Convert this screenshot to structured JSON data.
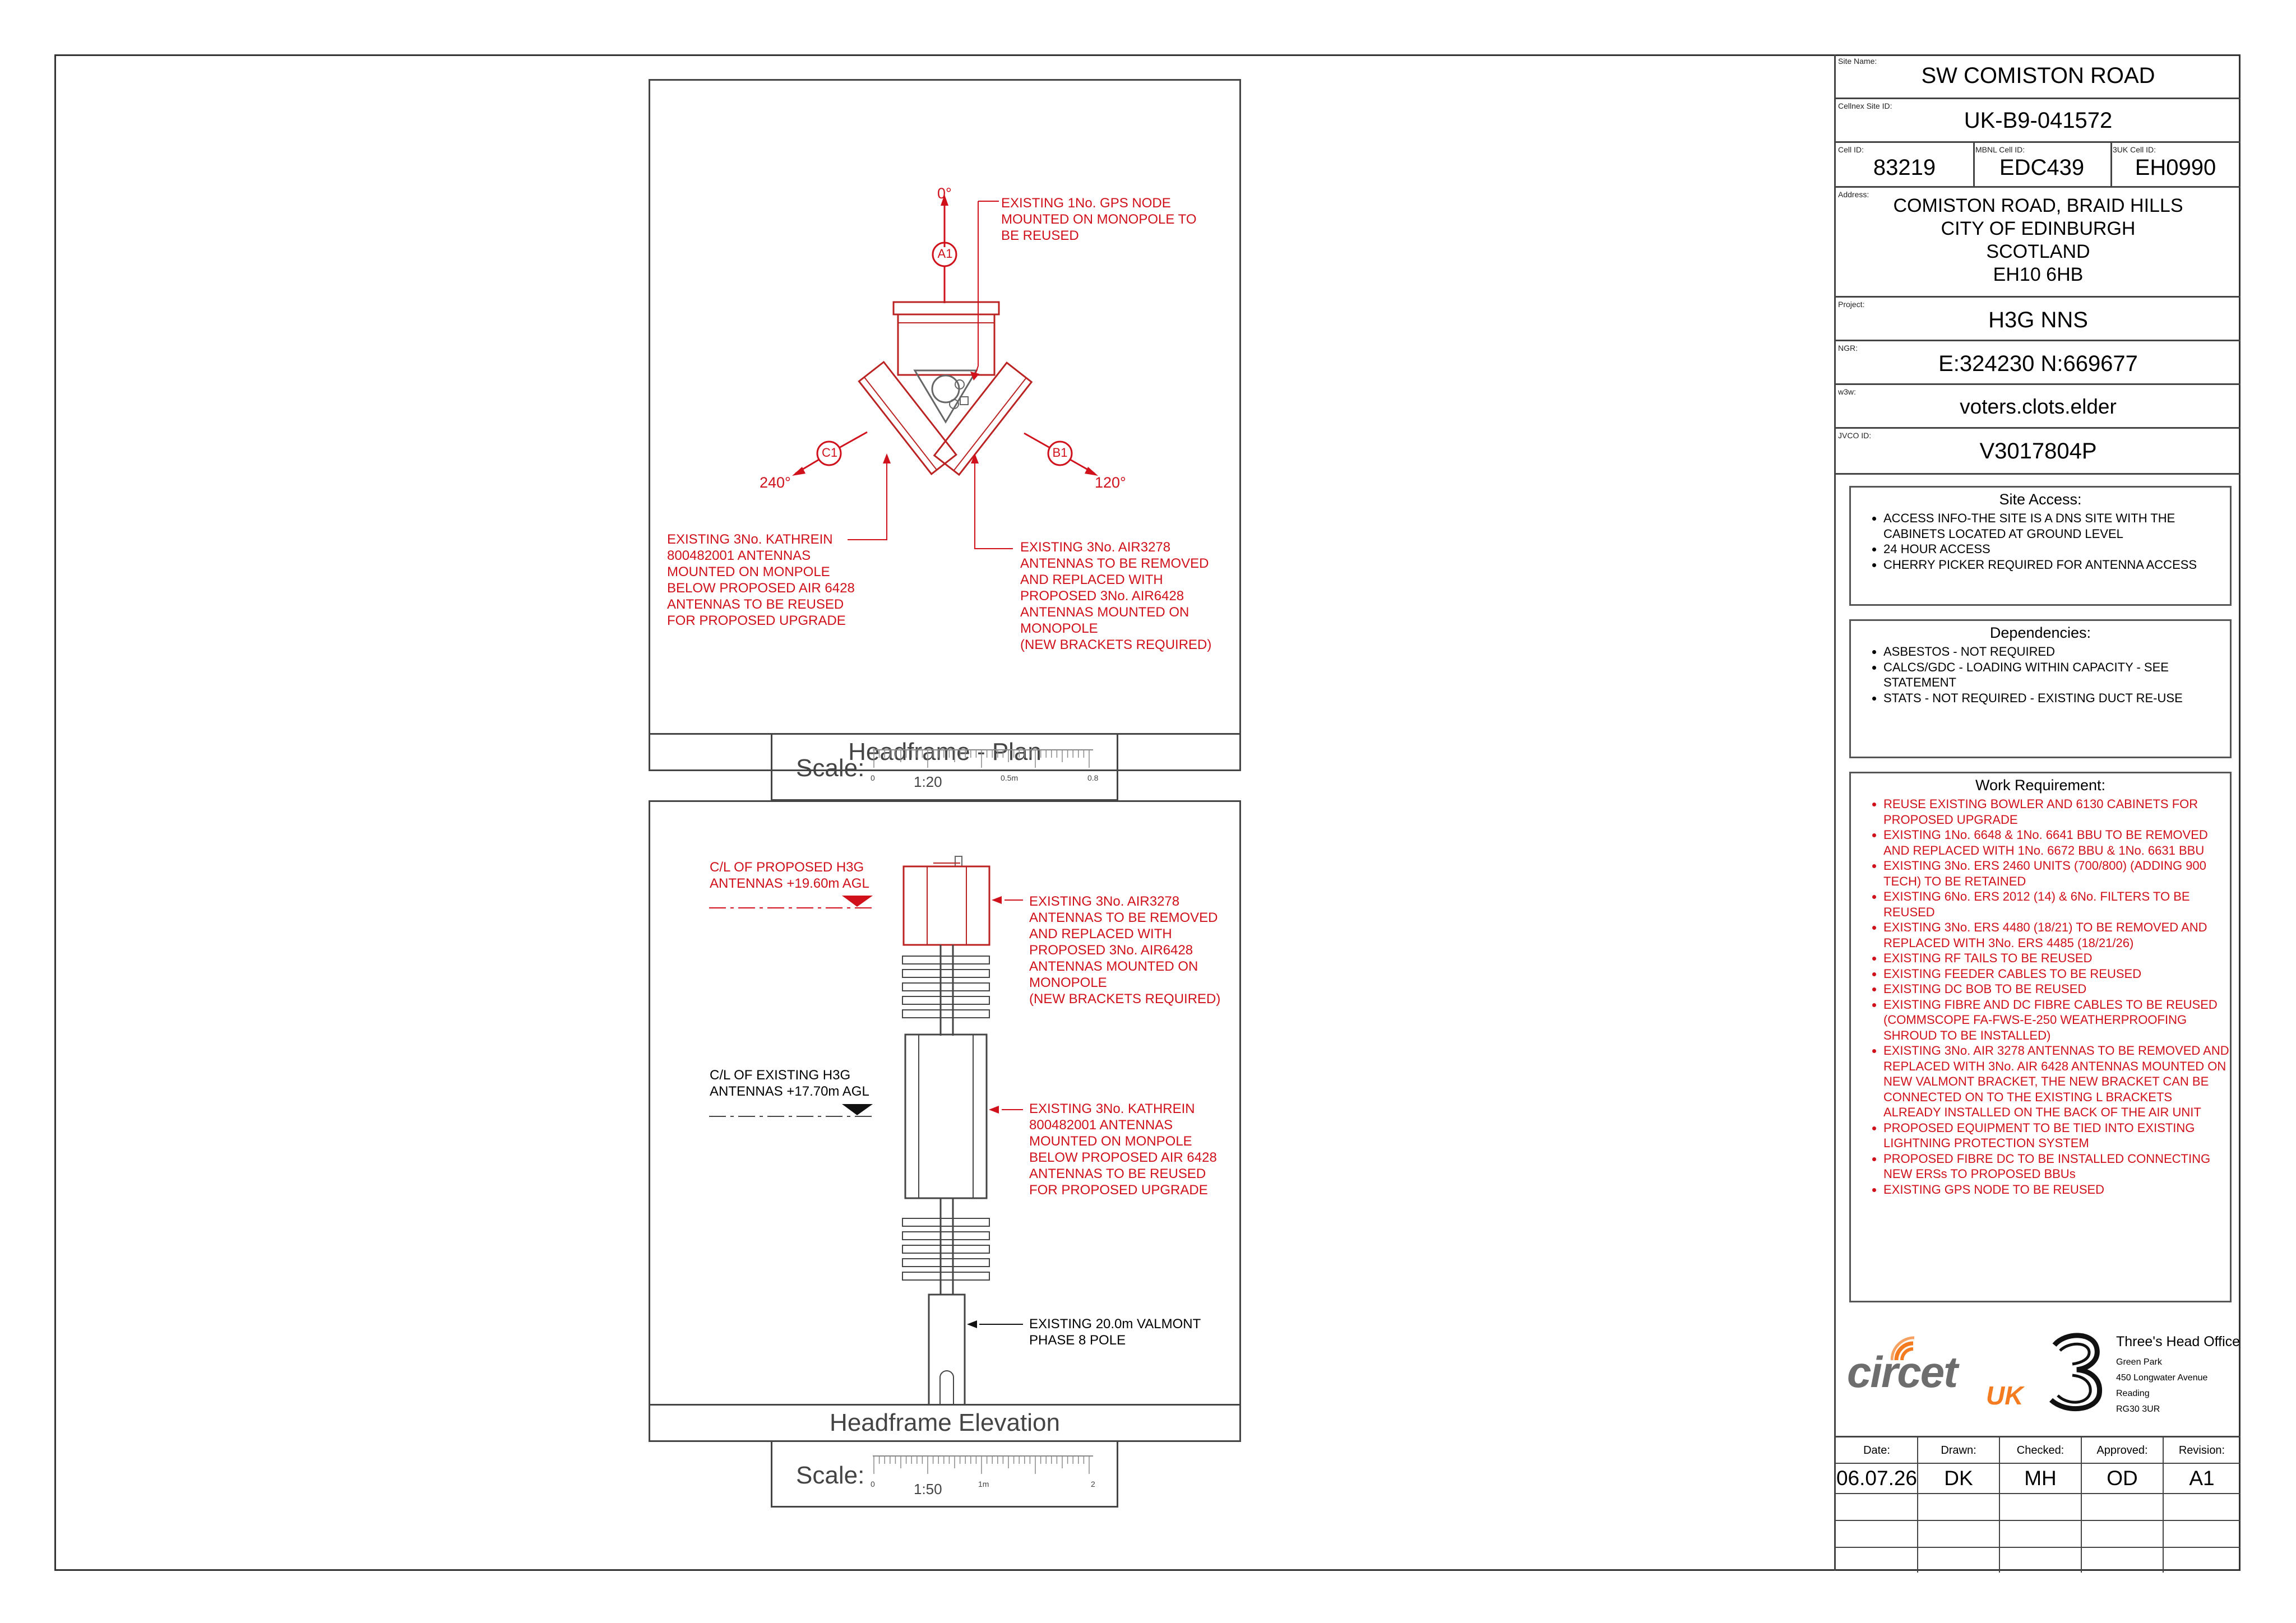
{
  "plan": {
    "title": "Headframe - Plan",
    "scale_label": "Scale:",
    "scale_ratio": "1:20",
    "scale_ticks": [
      "0",
      "0.5m",
      "0.8"
    ],
    "sector_labels": [
      "A1",
      "B1",
      "C1"
    ],
    "bearings": [
      "0°",
      "120°",
      "240°"
    ],
    "notes": {
      "gps": "EXISTING 1No. GPS NODE\nMOUNTED ON MONOPOLE TO\nBE REUSED",
      "kathrein": "EXISTING 3No. KATHREIN\n800482001 ANTENNAS\nMOUNTED ON MONPOLE\nBELOW PROPOSED AIR 6428\nANTENNAS TO BE REUSED\nFOR PROPOSED UPGRADE",
      "air": "EXISTING 3No. AIR3278\nANTENNAS TO BE REMOVED\nAND REPLACED WITH\nPROPOSED 3No. AIR6428\nANTENNAS MOUNTED ON\nMONOPOLE\n(NEW BRACKETS REQUIRED)"
    }
  },
  "elevation": {
    "title": "Headframe Elevation",
    "scale_label": "Scale:",
    "scale_ratio": "1:50",
    "scale_ticks": [
      "0",
      "1m",
      "2"
    ],
    "notes": {
      "proposed_cl": "C/L OF PROPOSED H3G\nANTENNAS +19.60m AGL",
      "existing_cl": "C/L OF EXISTING H3G\nANTENNAS +17.70m AGL",
      "air": "EXISTING 3No. AIR3278\nANTENNAS TO BE REMOVED\nAND REPLACED WITH\nPROPOSED 3No. AIR6428\nANTENNAS MOUNTED ON\nMONOPOLE\n(NEW BRACKETS REQUIRED)",
      "kathrein": "EXISTING 3No. KATHREIN\n800482001 ANTENNAS\nMOUNTED ON MONPOLE\nBELOW PROPOSED AIR 6428\nANTENNAS TO BE REUSED\nFOR PROPOSED UPGRADE",
      "pole": "EXISTING 20.0m VALMONT\nPHASE 8 POLE"
    }
  },
  "title_block": {
    "site_name_label": "Site Name:",
    "site_name": "SW COMISTON ROAD",
    "cellnex_label": "Cellnex Site ID:",
    "cellnex_id": "UK-B9-041572",
    "cell_id_label": "Cell ID:",
    "cell_id": "83219",
    "mbnl_label": "MBNL Cell ID:",
    "mbnl_id": "EDC439",
    "uk3_label": "3UK Cell ID:",
    "uk3_id": "EH0990",
    "address_label": "Address:",
    "address": [
      "COMISTON ROAD, BRAID HILLS",
      "CITY OF EDINBURGH",
      "SCOTLAND",
      "EH10 6HB"
    ],
    "project_label": "Project:",
    "project": "H3G NNS",
    "ngr_label": "NGR:",
    "ngr": "E:324230 N:669677",
    "w3w_label": "w3w:",
    "w3w": "voters.clots.elder",
    "jvco_label": "JVCO ID:",
    "jvco": "V3017804P"
  },
  "site_access": {
    "title": "Site Access:",
    "items": [
      "ACCESS INFO-THE SITE IS A DNS SITE WITH THE CABINETS LOCATED AT GROUND LEVEL",
      "24 HOUR ACCESS",
      "CHERRY PICKER REQUIRED FOR ANTENNA ACCESS"
    ]
  },
  "dependencies": {
    "title": "Dependencies:",
    "items": [
      "ASBESTOS - NOT REQUIRED",
      "CALCS/GDC - LOADING WITHIN CAPACITY - SEE STATEMENT",
      "STATS - NOT REQUIRED - EXISTING DUCT RE-USE"
    ]
  },
  "work_requirement": {
    "title": "Work Requirement:",
    "items": [
      "REUSE EXISTING BOWLER AND 6130 CABINETS FOR PROPOSED UPGRADE",
      "EXISTING 1No. 6648 & 1No. 6641 BBU TO BE REMOVED AND REPLACED WITH 1No. 6672 BBU & 1No. 6631 BBU",
      "EXISTING 3No. ERS 2460 UNITS (700/800) (ADDING 900 TECH) TO BE RETAINED",
      "EXISTING 6No. ERS 2012 (14) & 6No. FILTERS TO BE REUSED",
      "EXISTING 3No. ERS 4480 (18/21) TO BE REMOVED AND REPLACED WITH 3No. ERS 4485 (18/21/26)",
      "EXISTING RF TAILS TO BE REUSED",
      "EXISTING FEEDER CABLES TO BE REUSED",
      "EXISTING DC BOB TO BE REUSED",
      "EXISTING FIBRE AND DC FIBRE CABLES TO BE REUSED (COMMSCOPE FA-FWS-E-250 WEATHERPROOFING SHROUD TO BE INSTALLED)",
      "EXISTING 3No. AIR 3278 ANTENNAS TO BE REMOVED AND REPLACED WITH 3No. AIR 6428 ANTENNAS MOUNTED ON NEW VALMONT BRACKET, THE NEW BRACKET CAN BE CONNECTED ON TO THE EXISTING L BRACKETS ALREADY INSTALLED ON THE BACK OF THE AIR UNIT",
      "PROPOSED EQUIPMENT TO BE TIED INTO EXISTING LIGHTNING PROTECTION SYSTEM",
      "PROPOSED FIBRE DC TO BE INSTALLED CONNECTING NEW ERSs TO PROPOSED BBUs",
      "EXISTING GPS NODE TO BE REUSED"
    ]
  },
  "logos": {
    "circet": "circet",
    "circet_uk": "UK",
    "three_title": "Three's Head Office",
    "three_address": [
      "Green Park",
      "450 Longwater Avenue",
      "Reading",
      "RG30 3UR"
    ]
  },
  "revision_table": {
    "headers": [
      "Date:",
      "Drawn:",
      "Checked:",
      "Approved:",
      "Revision:"
    ],
    "values": [
      "06.07.26",
      "DK",
      "MH",
      "OD",
      "A1"
    ]
  },
  "colors": {
    "annotation": "#d0111b",
    "line": "#444444"
  }
}
